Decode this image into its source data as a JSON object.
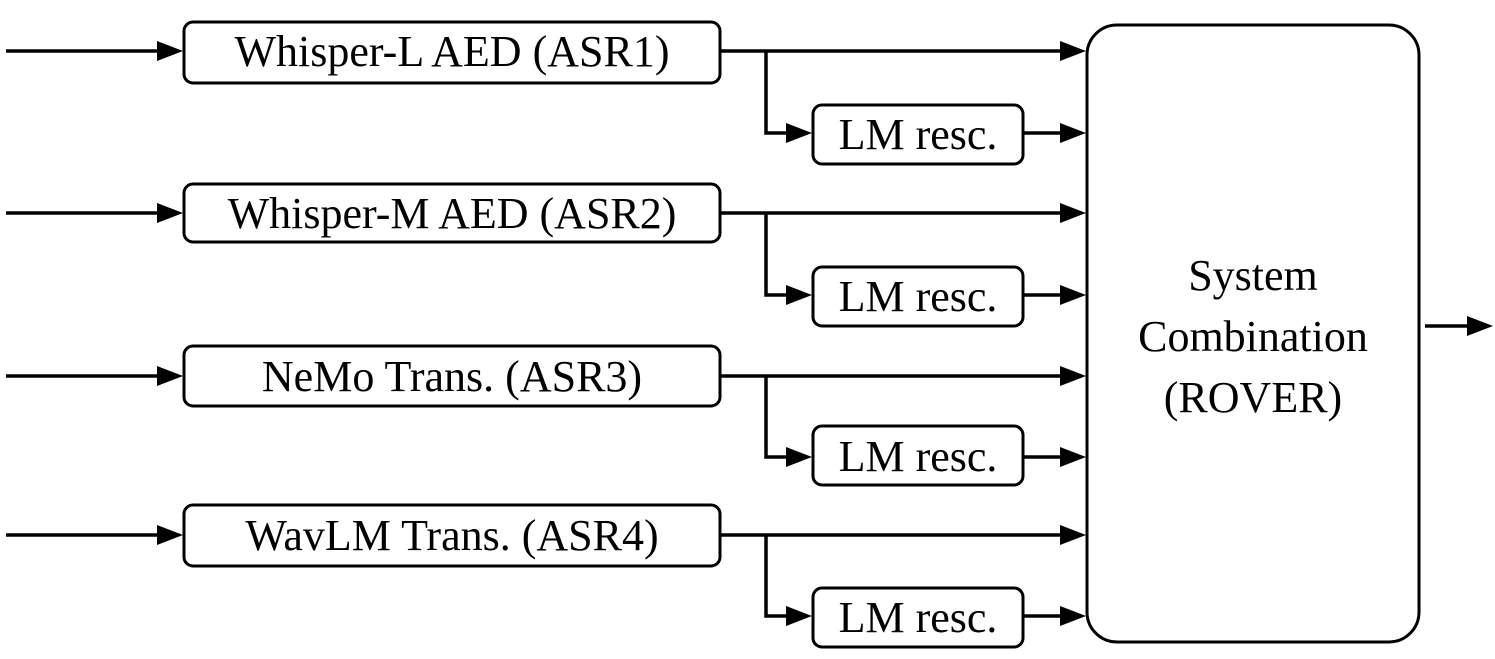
{
  "asr_systems": [
    {
      "label": "Whisper-L AED (ASR1)",
      "rescore_label": "LM resc."
    },
    {
      "label": "Whisper-M AED (ASR2)",
      "rescore_label": "LM resc."
    },
    {
      "label": "NeMo Trans. (ASR3)",
      "rescore_label": "LM resc."
    },
    {
      "label": "WavLM Trans. (ASR4)",
      "rescore_label": "LM resc."
    }
  ],
  "combination": {
    "lines": [
      "System",
      "Combination",
      "(ROVER)"
    ]
  },
  "colors": {
    "stroke": "#000000",
    "background": "#ffffff"
  }
}
